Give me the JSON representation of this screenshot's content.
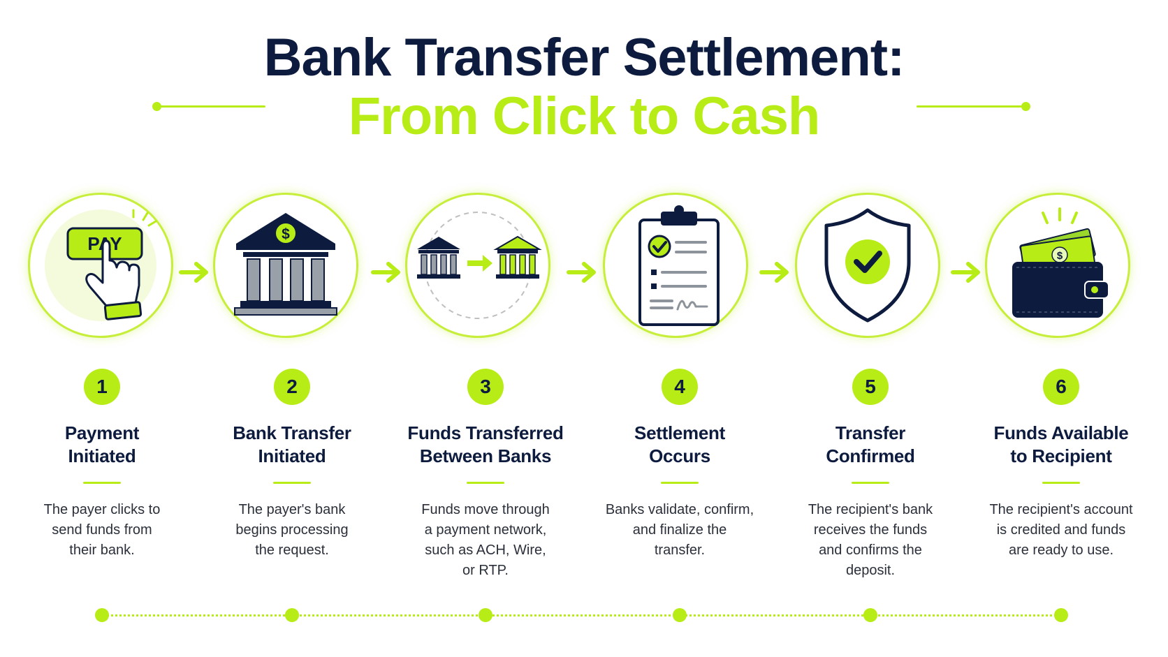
{
  "title": {
    "line1": "Bank Transfer Settlement:",
    "line2": "From Click to Cash"
  },
  "colors": {
    "navy": "#0d1b3e",
    "accent": "#b8ec17",
    "text": "#2a2f3a"
  },
  "steps": [
    {
      "number": "1",
      "title_line1": "Payment",
      "title_line2": "Initiated",
      "desc": [
        "The payer clicks to",
        "send funds from",
        "their bank."
      ],
      "icon": "pay-button-hand-icon",
      "icon_text": "PAY"
    },
    {
      "number": "2",
      "title_line1": "Bank Transfer",
      "title_line2": "Initiated",
      "desc": [
        "The payer's bank",
        "begins processing",
        "the request."
      ],
      "icon": "bank-building-icon",
      "icon_text": "$"
    },
    {
      "number": "3",
      "title_line1": "Funds Transferred",
      "title_line2": "Between Banks",
      "desc": [
        "Funds move through",
        "a payment network,",
        "such as ACH, Wire,",
        "or RTP."
      ],
      "icon": "bank-to-bank-icon"
    },
    {
      "number": "4",
      "title_line1": "Settlement",
      "title_line2": "Occurs",
      "desc": [
        "Banks validate, confirm,",
        "and finalize the",
        "transfer."
      ],
      "icon": "clipboard-checklist-icon"
    },
    {
      "number": "5",
      "title_line1": "Transfer",
      "title_line2": "Confirmed",
      "desc": [
        "The recipient's bank",
        "receives the funds",
        "and confirms the",
        "deposit."
      ],
      "icon": "shield-check-icon"
    },
    {
      "number": "6",
      "title_line1": "Funds Available",
      "title_line2": "to Recipient",
      "desc": [
        "The recipient's account",
        "is credited and funds",
        "are ready to use."
      ],
      "icon": "wallet-cash-icon",
      "icon_text": "$"
    }
  ]
}
